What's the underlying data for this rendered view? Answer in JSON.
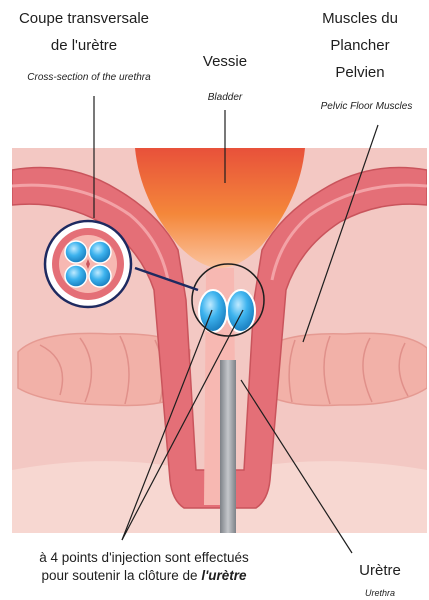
{
  "labels": {
    "cross_section": {
      "fr_line1": "Coupe transversale",
      "fr_line2": "de l'urètre",
      "en": "Cross-section of the urethra"
    },
    "bladder": {
      "fr": "Vessie",
      "en": "Bladder"
    },
    "pelvic_floor": {
      "fr_line1": "Muscles du",
      "fr_line2": "Plancher",
      "fr_line3": "Pelvien",
      "en": "Pelvic Floor Muscles"
    },
    "urethra": {
      "fr": "Urètre",
      "en": "Urethra"
    }
  },
  "caption": {
    "line1": "à 4 points d'injection sont effectués",
    "line2_prefix": "pour soutenir la clôture de ",
    "line2_emph": "l'urètre"
  },
  "colors": {
    "background_tissue": "#f3c7c2",
    "muscle_wall": "#e46f77",
    "bladder_inner": "#f07a2c",
    "injection_blue": "#2fa6e4",
    "pelvic_muscle": "#f4b6ad",
    "instrument": "#9b9ea3"
  }
}
